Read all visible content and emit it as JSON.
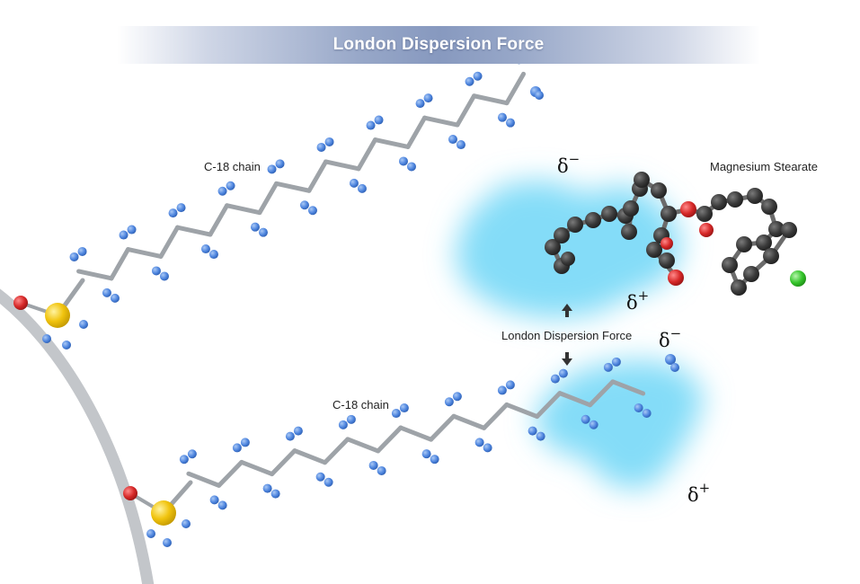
{
  "title": "London Dispersion Force",
  "labels": {
    "chain_top": "C-18 chain",
    "chain_bottom": "C-18 chain",
    "stearate": "Magnesium Stearate",
    "force": "London Dispersion Force"
  },
  "deltas": {
    "minus_top": "δ",
    "minus_top_sign": "−",
    "plus_top": "δ",
    "plus_top_sign": "+",
    "minus_bottom": "δ",
    "minus_bottom_sign": "−",
    "plus_bottom": "δ",
    "plus_bottom_sign": "+"
  },
  "colors": {
    "hydrogen": "#4f86df",
    "carbon_stearate": "#3a3a3a",
    "sulfur": "#f1c40f",
    "oxygen": "#d62828",
    "magnesium": "#35c52b",
    "bond": "#9ea3a8",
    "glow": "#6fd6f7",
    "surface": "#c3c6ca"
  }
}
